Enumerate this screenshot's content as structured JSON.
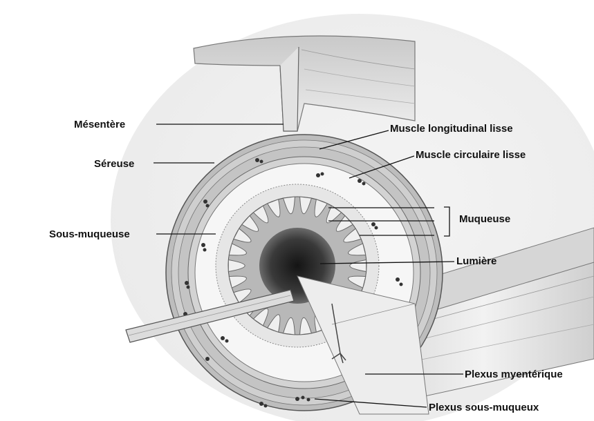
{
  "labels": {
    "mesentere": "Mésentère",
    "sereuse": "Séreuse",
    "sous_muqueuse": "Sous-muqueuse",
    "muscle_longitudinal": "Muscle longitudinal lisse",
    "muscle_circulaire": "Muscle circulaire lisse",
    "muqueuse": "Muqueuse",
    "lumiere": "Lumière",
    "plexus_myenterique": "Plexus myentérique",
    "plexus_sous_muqueux": "Plexus sous-muqueux"
  }
}
